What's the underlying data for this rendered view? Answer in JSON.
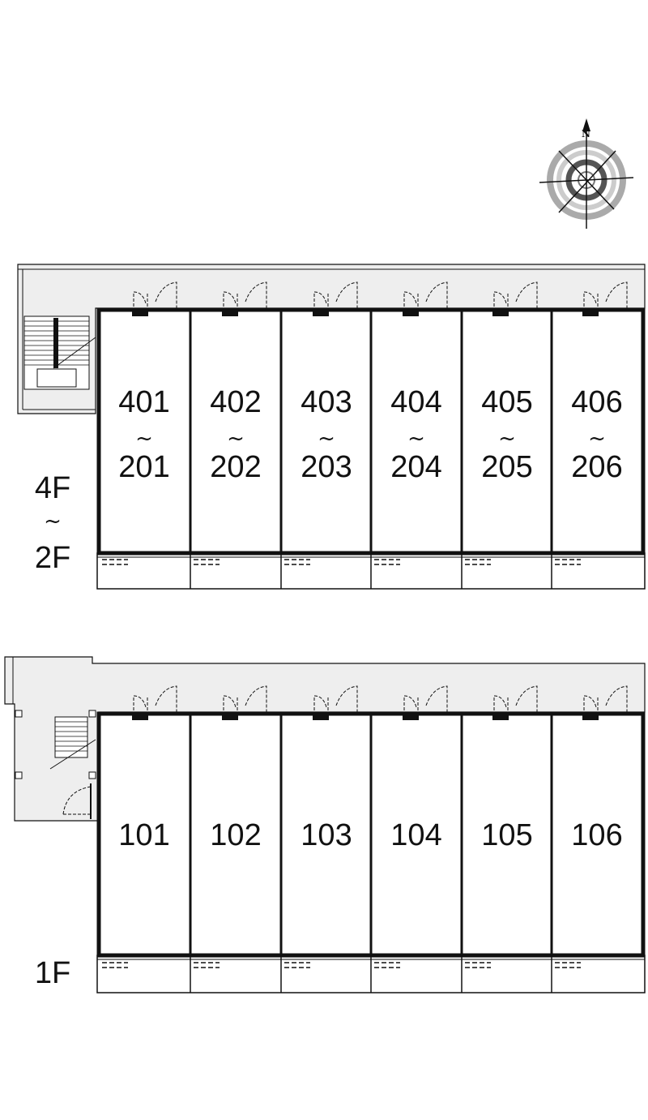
{
  "compass": {
    "north_label": "N"
  },
  "upper_block": {
    "floor_label_top": "4F",
    "floor_label_sep": "~",
    "floor_label_bottom": "2F",
    "units": [
      {
        "top": "401",
        "sep": "~",
        "bottom": "201"
      },
      {
        "top": "402",
        "sep": "~",
        "bottom": "202"
      },
      {
        "top": "403",
        "sep": "~",
        "bottom": "203"
      },
      {
        "top": "404",
        "sep": "~",
        "bottom": "204"
      },
      {
        "top": "405",
        "sep": "~",
        "bottom": "205"
      },
      {
        "top": "406",
        "sep": "~",
        "bottom": "206"
      }
    ]
  },
  "lower_block": {
    "floor_label": "1F",
    "units": [
      {
        "label": "101"
      },
      {
        "label": "102"
      },
      {
        "label": "103"
      },
      {
        "label": "104"
      },
      {
        "label": "105"
      },
      {
        "label": "106"
      }
    ]
  },
  "colors": {
    "wall": "#111111",
    "corridor": "#eeeeee",
    "compass_ring_outer": "#aaaaaa",
    "compass_ring_inner": "#555555"
  }
}
